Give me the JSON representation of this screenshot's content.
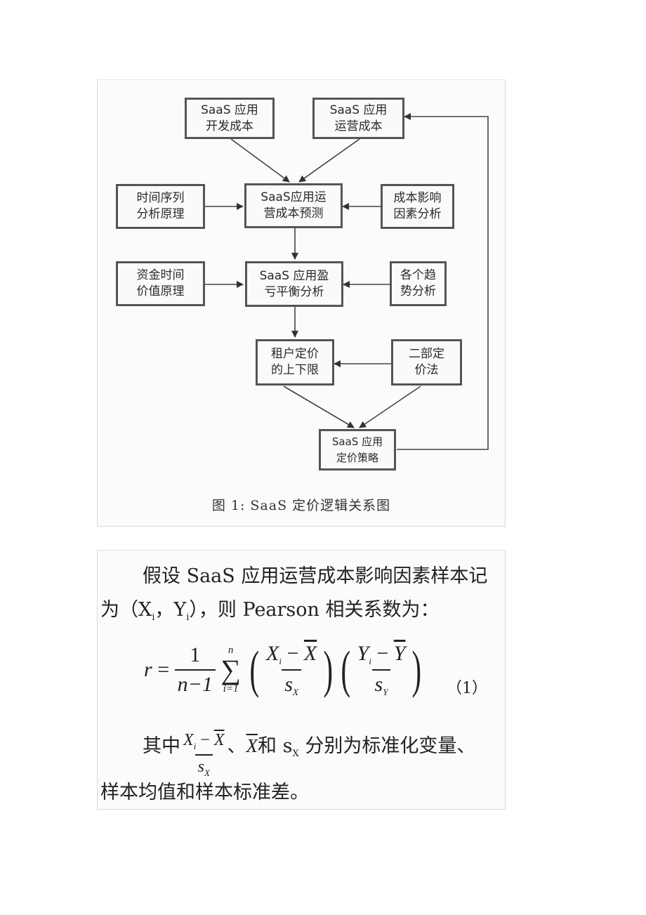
{
  "flowchart": {
    "boxes": {
      "dev_cost": "SaaS 应用\n开发成本",
      "ops_cost": "SaaS 应用\n运营成本",
      "time_series": "时间序列\n分析原理",
      "ops_forecast": "SaaS应用运\n营成本预测",
      "cost_factors": "成本影响\n因素分析",
      "time_value": "资金时间\n价值原理",
      "breakeven": "SaaS 应用盈\n亏平衡分析",
      "trends": "各个趋\n势分析",
      "tenant_price": "租户定价\n的上下限",
      "two_part": "二部定\n价法",
      "pricing_strategy": "SaaS 应用\n定价策略"
    },
    "caption": "图 1:  SaaS 定价逻辑关系图"
  },
  "text": {
    "para1_line1": "假设 SaaS 应用运营成本影响因素样本记",
    "para1_line2_a": "为（X",
    "para1_line2_sub1": "i",
    "para1_line2_b": "，Y",
    "para1_line2_sub2": "i",
    "para1_line2_c": "），则 Pearson 相关系数为：",
    "formula": {
      "lhs": "r",
      "equals": "=",
      "one": "1",
      "n_minus_1": "n−1",
      "sum_top": "n",
      "sum_sign": "∑",
      "sum_bottom": "i=1",
      "x_num": "X",
      "x_num_sub": "i",
      "x_num_rest": " − ",
      "x_bar": "X",
      "x_den": "s",
      "x_den_sub": "X",
      "y_num": "Y",
      "y_num_sub": "i",
      "y_num_rest": " − ",
      "y_bar": "Y",
      "y_den": "s",
      "y_den_sub": "Y",
      "number": "（1）"
    },
    "para2_prefix": "其中",
    "para2_frac_num": "X",
    "para2_frac_num_sub": "i",
    "para2_frac_num_rest": " − ",
    "para2_frac_bar": "X",
    "para2_frac_den": "s",
    "para2_frac_den_sub": "X",
    "para2_sep": "、",
    "para2_xbar": "X",
    "para2_and": "和 s",
    "para2_and_sub": "X",
    "para2_rest": " 分别为标准化变量、",
    "para2_line2": "样本均值和样本标准差。"
  }
}
